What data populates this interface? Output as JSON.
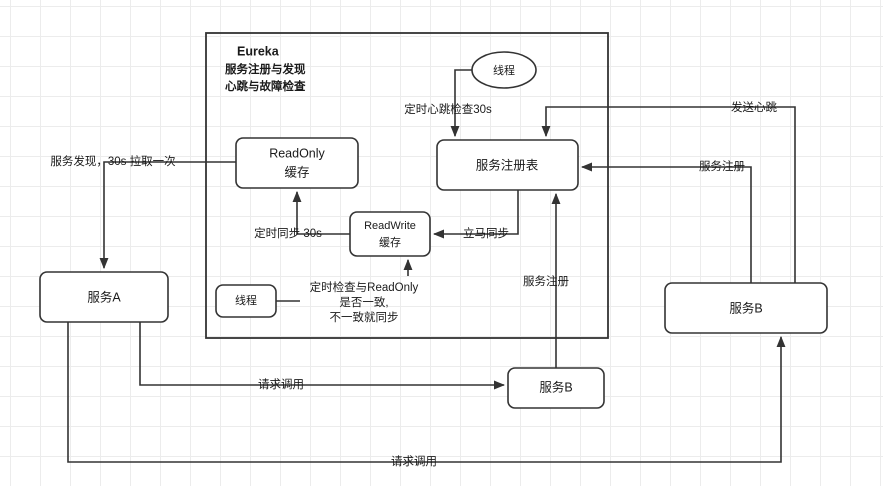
{
  "diagram": {
    "title": "Eureka 服务注册与发现架构图",
    "background_color": "#ffffff",
    "grid_color": "#ececec",
    "stroke_color": "#333333",
    "container": {
      "title": "Eureka",
      "subtitle_line1": "服务注册与发现",
      "subtitle_line2": "心跳与故障检查"
    },
    "nodes": {
      "readonly_cache": {
        "line1": "ReadOnly",
        "line2": "缓存"
      },
      "readwrite_cache": {
        "line1": "ReadWrite",
        "line2": "缓存"
      },
      "registry": {
        "label": "服务注册表"
      },
      "thread_top": {
        "label": "线程"
      },
      "thread_bottom": {
        "label": "线程"
      },
      "service_a": {
        "label": "服务A"
      },
      "service_b_right": {
        "label": "服务B"
      },
      "service_b_bottom": {
        "label": "服务B"
      }
    },
    "edge_labels": {
      "heartbeat_check": "定时心跳检查30s",
      "send_heartbeat": "发送心跳",
      "service_discovery": "服务发现，30s 拉取一次",
      "service_register_right": "服务注册",
      "sync_30s": "定时同步 30s",
      "sync_now": "立马同步",
      "service_register_mid": "服务注册",
      "check_consistency_l1": "定时检查与ReadOnly",
      "check_consistency_l2": "是否一致,",
      "check_consistency_l3": "不一致就同步",
      "request_call_mid": "请求调用",
      "request_call_bottom": "请求调用"
    }
  }
}
